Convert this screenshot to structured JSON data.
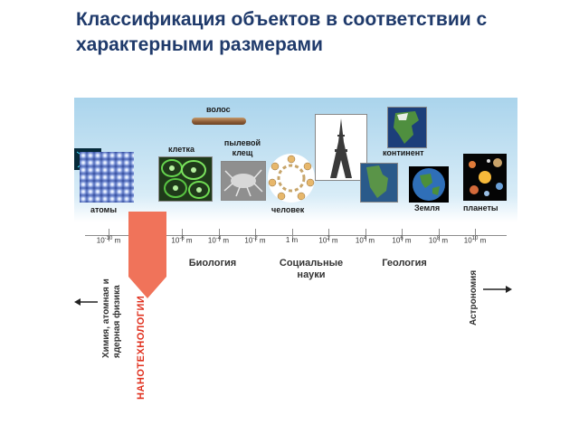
{
  "title": "Классификация объектов в соответствии с характерными размерами",
  "objects": {
    "hair": "волос",
    "cell": "клетка",
    "dust_mite": "пылевой клещ",
    "atoms": "атомы",
    "human": "человек",
    "continent": "континент",
    "earth": "Земля",
    "planets": "планеты"
  },
  "scale": {
    "ticks": [
      {
        "base": "10",
        "exp": "-10",
        "unit": "m"
      },
      {
        "base": "10",
        "exp": "-8",
        "unit": "m"
      },
      {
        "base": "10",
        "exp": "-6",
        "unit": "m"
      },
      {
        "base": "10",
        "exp": "-4",
        "unit": "m"
      },
      {
        "base": "10",
        "exp": "-2",
        "unit": "m"
      },
      {
        "base": "1",
        "exp": "",
        "unit": "m"
      },
      {
        "base": "10",
        "exp": "2",
        "unit": "m"
      },
      {
        "base": "10",
        "exp": "4",
        "unit": "m"
      },
      {
        "base": "10",
        "exp": "6",
        "unit": "m"
      },
      {
        "base": "10",
        "exp": "8",
        "unit": "m"
      },
      {
        "base": "10",
        "exp": "10",
        "unit": "m"
      }
    ]
  },
  "fields": {
    "biology": "Биология",
    "social_sciences": "Социальные науки",
    "geology": "Геология",
    "chemistry": "Химия, атомная и ядерная физика",
    "nanotech": "НАНОТЕХНОЛОГИИ",
    "astronomy": "Астрономия"
  },
  "colors": {
    "title": "#1f3a6b",
    "nano_arrow": "#f0735a",
    "nano_text": "#e0301e",
    "sky": "#aad4ec"
  }
}
